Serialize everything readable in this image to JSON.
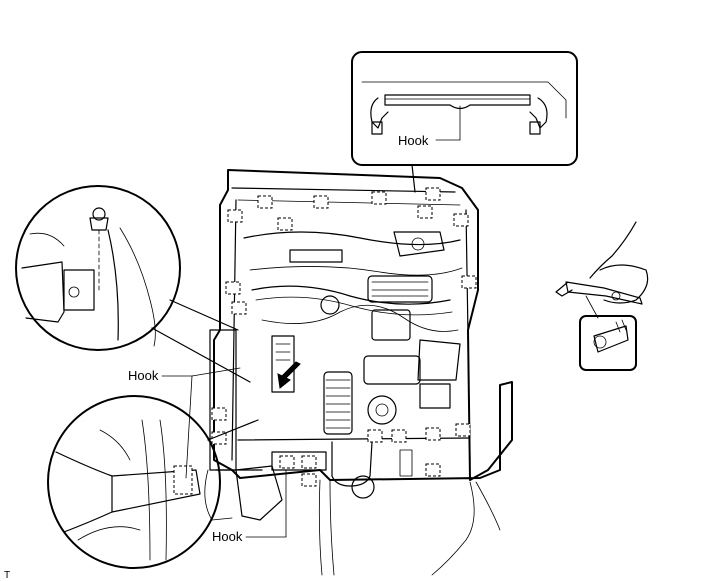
{
  "labels": {
    "hook_inset_top": "Hook",
    "hook_left": "Hook",
    "hook_bottom": "Hook",
    "corner_mark": "T"
  }
}
